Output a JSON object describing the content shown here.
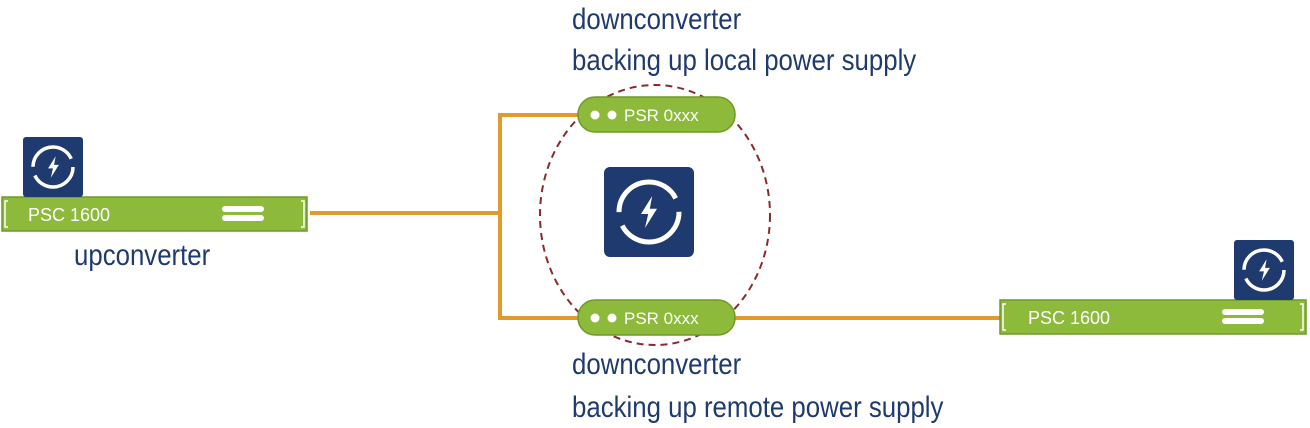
{
  "colors": {
    "device_green": "#8dba3a",
    "device_green_border": "#6f9a26",
    "connection_orange": "#e39a2d",
    "icon_blue": "#1f3a6e",
    "dashed_circle": "#8b2a2a",
    "text_blue": "#1f3a6e"
  },
  "devices": {
    "psc_left": {
      "label": "PSC 1600",
      "icon": "power-bolt-icon"
    },
    "psc_right": {
      "label": "PSC 1600",
      "icon": "power-bolt-icon"
    },
    "psr_top": {
      "label": "PSR 0xxx"
    },
    "psr_bottom": {
      "label": "PSR 0xxx"
    },
    "center_icon": "power-bolt-icon"
  },
  "captions": {
    "upconverter": "upconverter",
    "top_line1": "downconverter",
    "top_line2": "backing up local power supply",
    "bottom_line1": "downconverter",
    "bottom_line2": "backing up remote power supply"
  }
}
